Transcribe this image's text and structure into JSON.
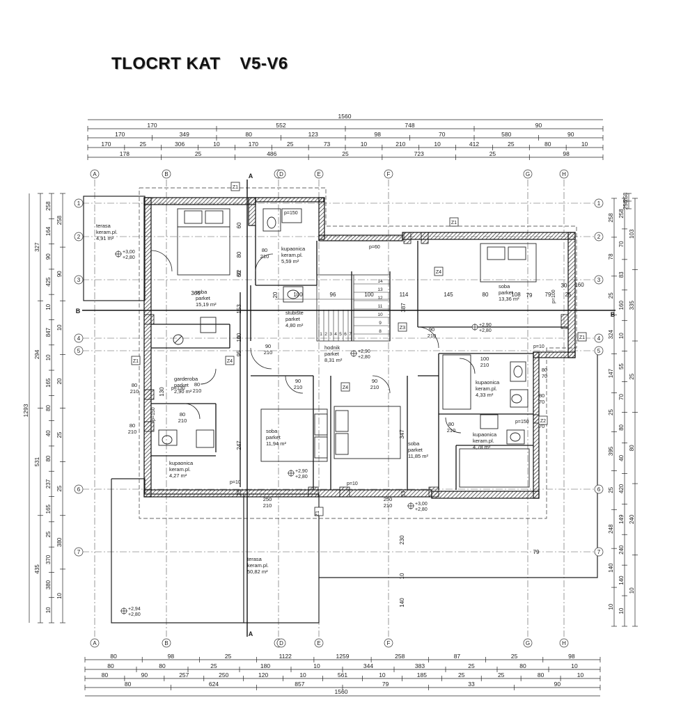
{
  "title": {
    "main": "TLOCRT KAT",
    "sub": "V5-V6"
  },
  "axes": {
    "letters": [
      "A",
      "B",
      "C",
      "D",
      "E",
      "F",
      "G",
      "H"
    ],
    "numbers": [
      "1",
      "2",
      "3",
      "4",
      "5",
      "6",
      "7"
    ]
  },
  "section_marks": [
    "A",
    "B"
  ],
  "dims_top": {
    "total": "1560",
    "row1": [
      "170",
      "552",
      "748",
      "90"
    ],
    "row2": [
      "170",
      "349",
      "80",
      "123",
      "98",
      "70",
      "580",
      "90"
    ],
    "row3": [
      "170",
      "25",
      "306",
      "10",
      "170",
      "25",
      "73",
      "10",
      "210",
      "10",
      "412",
      "25",
      "80",
      "10"
    ],
    "row4": [
      "178",
      "25",
      "486",
      "25",
      "723",
      "25",
      "98"
    ],
    "extra": [
      "258",
      "258"
    ]
  },
  "dims_bottom": {
    "total": "1560",
    "row1": [
      "80",
      "98",
      "25",
      "1122",
      "1259",
      "258",
      "87",
      "25",
      "98"
    ],
    "row2": [
      "80",
      "80",
      "25",
      "180",
      "10",
      "344",
      "383",
      "25",
      "80",
      "10"
    ],
    "row3": [
      "80",
      "90",
      "257",
      "250",
      "120",
      "10",
      "561",
      "10",
      "185",
      "25",
      "25",
      "80",
      "10"
    ],
    "row4": [
      "80",
      "624",
      "857",
      "79",
      "33",
      "90"
    ]
  },
  "dims_left": {
    "total": "1293",
    "chain1": [
      "327",
      "294",
      "531",
      "435"
    ],
    "chain2": [
      "258",
      "164",
      "90",
      "425",
      "10",
      "847",
      "10",
      "165",
      "80",
      "40",
      "80",
      "237",
      "165",
      "25",
      "370",
      "380",
      "10"
    ],
    "chain3": [
      "258",
      "90",
      "10",
      "20",
      "25",
      "25",
      "380",
      "10"
    ]
  },
  "dims_right": {
    "chain1": [
      "258",
      "78",
      "25",
      "324",
      "147",
      "25",
      "395",
      "25",
      "248",
      "140",
      "10"
    ],
    "chain2": [
      "258",
      "70",
      "83",
      "160",
      "10",
      "55",
      "70",
      "80",
      "40",
      "420",
      "149",
      "240",
      "140",
      "10"
    ],
    "chain3": [
      "103",
      "335",
      "25",
      "80",
      "240",
      "10"
    ]
  },
  "rooms": [
    {
      "id": "terasa-top",
      "name": "terasa",
      "floor": "keram.pl.",
      "area": "4,91 m²"
    },
    {
      "id": "soba1",
      "name": "soba",
      "floor": "parket",
      "area": "15,19 m²"
    },
    {
      "id": "kup-top",
      "name": "kupaonica",
      "floor": "keram.pl.",
      "area": "5,59 m²"
    },
    {
      "id": "stubiste",
      "name": "stubište",
      "floor": "parket",
      "area": "4,80 m²"
    },
    {
      "id": "soba2",
      "name": "soba",
      "floor": "parket",
      "area": "13,36 m²"
    },
    {
      "id": "hodnik",
      "name": "hodnik",
      "floor": "parket",
      "area": "8,31 m²"
    },
    {
      "id": "garderoba",
      "name": "garderoba",
      "floor": "parket",
      "area": "2,90 m²"
    },
    {
      "id": "kup-r1",
      "name": "kupaonica",
      "floor": "keram.pl.",
      "area": "4,33 m²"
    },
    {
      "id": "soba3",
      "name": "soba",
      "floor": "parket",
      "area": "11,94 m²"
    },
    {
      "id": "soba4",
      "name": "soba",
      "floor": "parket",
      "area": "11,85 m²"
    },
    {
      "id": "kup-r2",
      "name": "kupaonica",
      "floor": "keram.pl.",
      "area": "4,78 m²"
    },
    {
      "id": "kup-left",
      "name": "kupaonica",
      "floor": "keram.pl.",
      "area": "4,27 m²"
    },
    {
      "id": "terasa-big",
      "name": "terasa",
      "floor": "keram.pl.",
      "area": "50,82 m²"
    }
  ],
  "levels": {
    "l1": [
      "+3,00",
      "+2,80"
    ],
    "l2": [
      "+2,90",
      "+2,80"
    ],
    "l3": [
      "+2,90",
      "+2,80"
    ],
    "l4": [
      "+2,90",
      "+2,80"
    ],
    "l5": [
      "+3,00",
      "+2,80"
    ],
    "l6": [
      "+2,94",
      "+2,80"
    ]
  },
  "doors": [
    "80/210",
    "90/210",
    "80/210",
    "90/210",
    "90/210",
    "90/210",
    "80/210",
    "100/210",
    "80/210",
    "80/210",
    "80/210",
    "80/70",
    "80/70",
    "80/70",
    "250/210",
    "250/210"
  ],
  "parapets": [
    "p=150",
    "p=60",
    "p=130",
    "p=150",
    "p=10",
    "p=10",
    "p=10",
    "p=150",
    "p=100"
  ],
  "windows": [
    "Z1",
    "Z1",
    "Z1",
    "Z1",
    "Z1",
    "Z2",
    "Z3",
    "Z4",
    "Z4",
    "Z4"
  ],
  "stairs": {
    "treads": [
      "1",
      "2",
      "3",
      "4",
      "5",
      "6",
      "7",
      "8",
      "9",
      "10",
      "11",
      "12",
      "13",
      "14"
    ],
    "run_dims": [
      "100",
      "96",
      "100"
    ]
  },
  "misc_dims": [
    "79",
    "79",
    "114",
    "145",
    "80",
    "108",
    "79",
    "25",
    "160",
    "30",
    "20",
    "366",
    "387",
    "347",
    "230",
    "140",
    "153",
    "10",
    "60",
    "92",
    "80",
    "10",
    "60",
    "33",
    "95",
    "25",
    "247",
    "130",
    "10"
  ]
}
